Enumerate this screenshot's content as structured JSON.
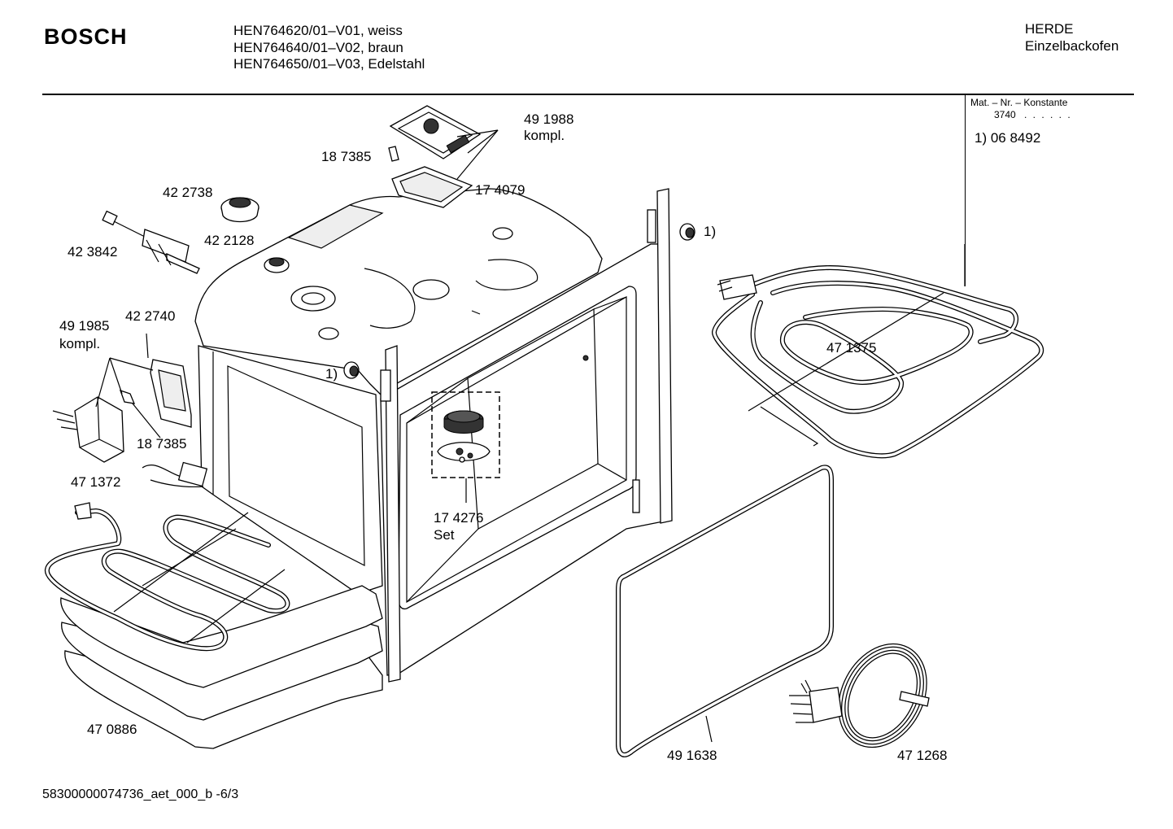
{
  "header": {
    "brand": "BOSCH",
    "models": [
      "HEN764620/01–V01, weiss",
      "HEN764640/01–V02,  braun",
      "HEN764650/01–V03, Edelstahl"
    ],
    "category": [
      "HERDE",
      "Einzelbackofen"
    ]
  },
  "material_box": {
    "label": "Mat. – Nr. – Konstante",
    "constant": "3740",
    "dots": ". .   . . . .",
    "note": "1) 06 8492"
  },
  "parts": {
    "p491988": "49 1988",
    "p491988_sub": "kompl.",
    "p187385_top": "18 7385",
    "p174079": "17 4079",
    "p422738": "42 2738",
    "p422128": "42 2128",
    "p423842": "42 3842",
    "p1_right": "1)",
    "p1_left": "1)",
    "p422740": "42 2740",
    "p491985": "49 1985",
    "p491985_sub": "kompl.",
    "p187385_left": "18 7385",
    "p471372": "47 1372",
    "p174276": "17 4276",
    "p174276_sub": "Set",
    "p471375": "47 1375",
    "p470886": "47 0886",
    "p491638": "49 1638",
    "p471268": "47 1268"
  },
  "footer": {
    "doc_id": "58300000074736_aet_000_b  -6/3"
  }
}
